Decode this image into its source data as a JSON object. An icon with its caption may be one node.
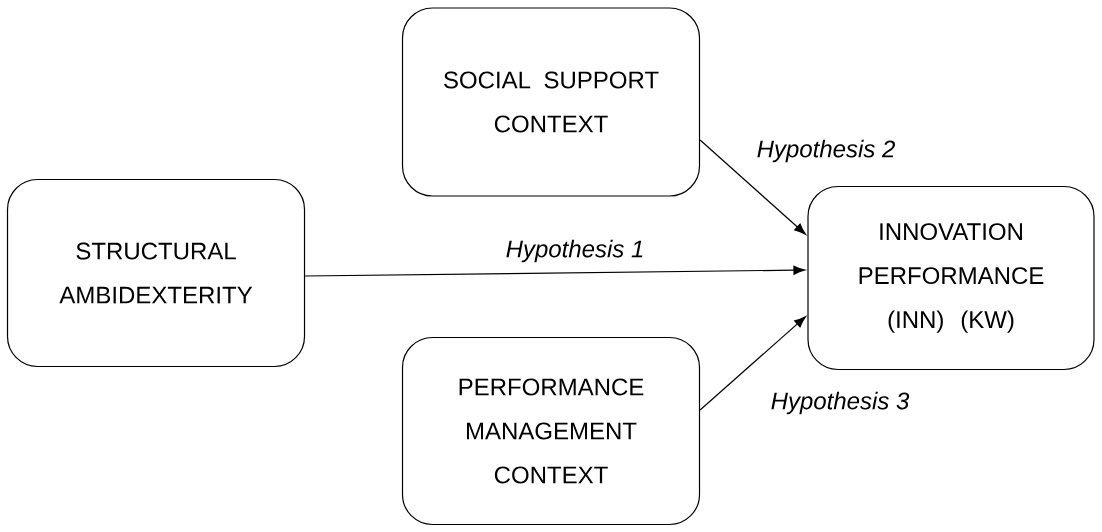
{
  "diagram": {
    "nodes": [
      {
        "text": [
          "SOCIAL SUPPORT CONTEXT"
        ]
      },
      {
        "text": [
          "STRUCTURAL AMBIDEXTERITY"
        ]
      },
      {
        "text": [
          "INNOVATION PERFORMANCE (INN) (KW)"
        ]
      },
      {
        "text": [
          "PERFORMANCE MANAGEMENT CONTEXT"
        ]
      }
    ],
    "edges": [
      {
        "from": 1,
        "to": 2,
        "arrow": "to",
        "label": "Hypothesis 1"
      },
      {
        "from": 0,
        "to": 2,
        "arrow": "to",
        "label": "Hypothesis 2"
      },
      {
        "from": 3,
        "to": 2,
        "arrow": "to",
        "label": "Hypothesis 3"
      }
    ]
  }
}
